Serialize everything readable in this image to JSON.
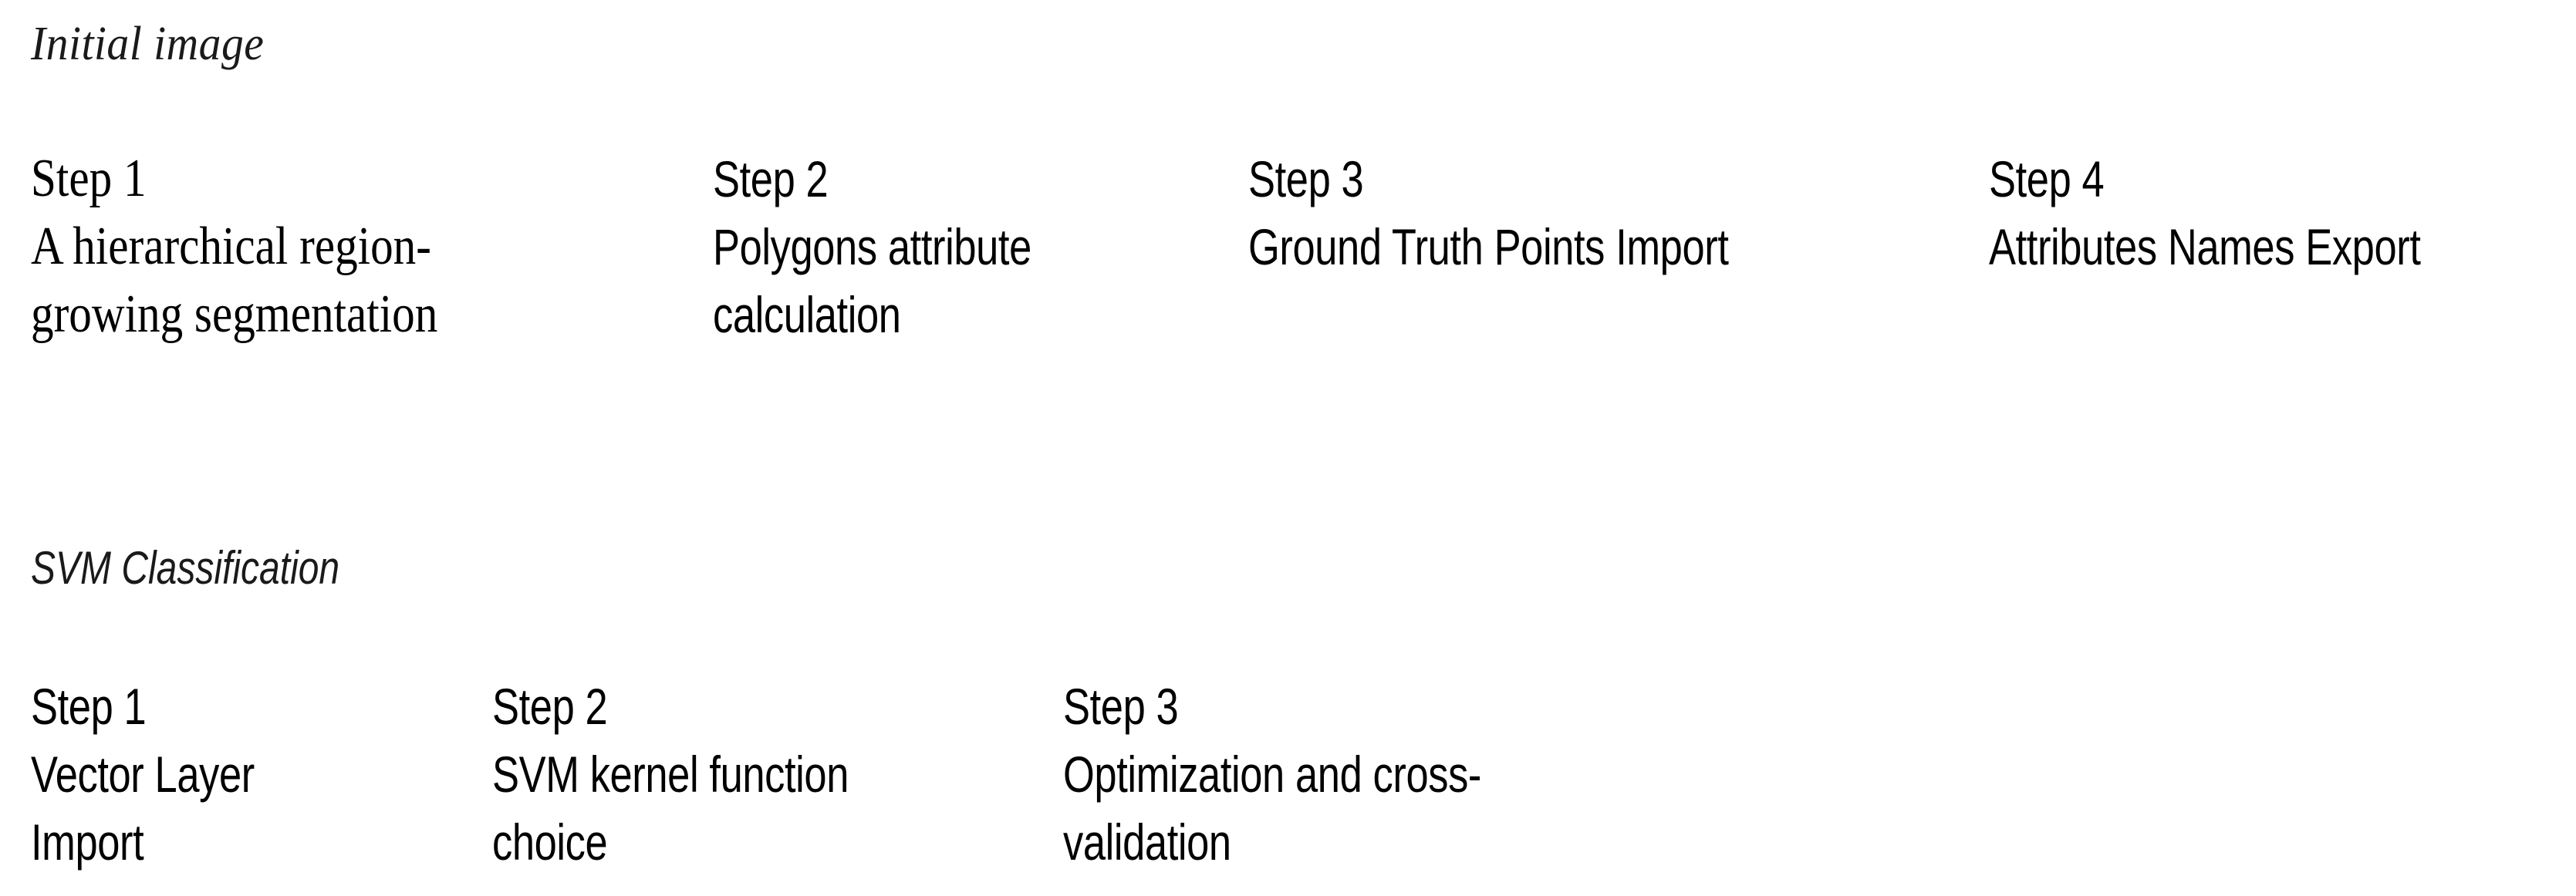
{
  "page": {
    "background_color": "#ffffff",
    "text_color": "#000000"
  },
  "sections": [
    {
      "heading": "Initial image",
      "heading_style": "serif-italic",
      "steps": [
        {
          "title": "Step 1",
          "description": "A hierarchical region-\ngrowing segmentation",
          "font": "serif"
        },
        {
          "title": "Step 2",
          "description": "Polygons attribute\ncalculation",
          "font": "sans"
        },
        {
          "title": "Step 3",
          "description": "Ground Truth Points Import",
          "font": "sans"
        },
        {
          "title": "Step 4",
          "description": "Attributes Names Export",
          "font": "sans"
        }
      ]
    },
    {
      "heading": "SVM Classification",
      "heading_style": "sans-italic",
      "steps": [
        {
          "title": "Step 1",
          "description": "Vector Layer\nImport",
          "font": "sans"
        },
        {
          "title": "Step 2",
          "description": "SVM kernel function\nchoice",
          "font": "sans"
        },
        {
          "title": "Step 3",
          "description": "Optimization and cross-\nvalidation",
          "font": "sans"
        }
      ]
    }
  ]
}
